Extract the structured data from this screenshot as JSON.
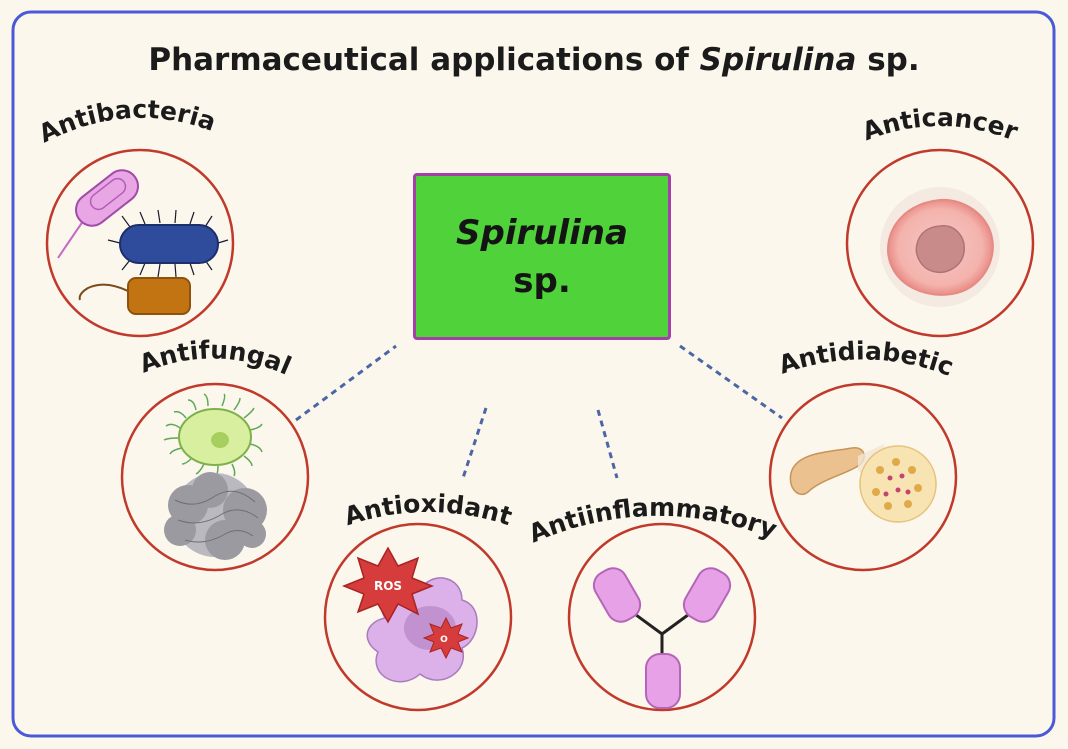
{
  "title": {
    "prefix": "Pharmaceutical applications of ",
    "italic": "Spirulina",
    "suffix": " sp."
  },
  "center": {
    "line1": "Spirulina",
    "line2": "sp."
  },
  "applications": [
    {
      "id": "antibacterial",
      "label": "Antibacterial"
    },
    {
      "id": "anticancer",
      "label": "Anticancer"
    },
    {
      "id": "antifungal",
      "label": "Antifungal"
    },
    {
      "id": "antidiabetic",
      "label": "Antidiabetic"
    },
    {
      "id": "antioxidant",
      "label": "Antioxidant"
    },
    {
      "id": "antiinflammatory",
      "label": "Antiinflammatory"
    }
  ],
  "icon_labels": {
    "ros": "ROS",
    "o2": "O"
  },
  "colors": {
    "frame": "#4a59d8",
    "background": "#fbf7ec",
    "center_fill": "#4fd23a",
    "center_border": "#a53ea6",
    "circle_stroke": "#c0392b",
    "connector": "#2c4b9a"
  }
}
